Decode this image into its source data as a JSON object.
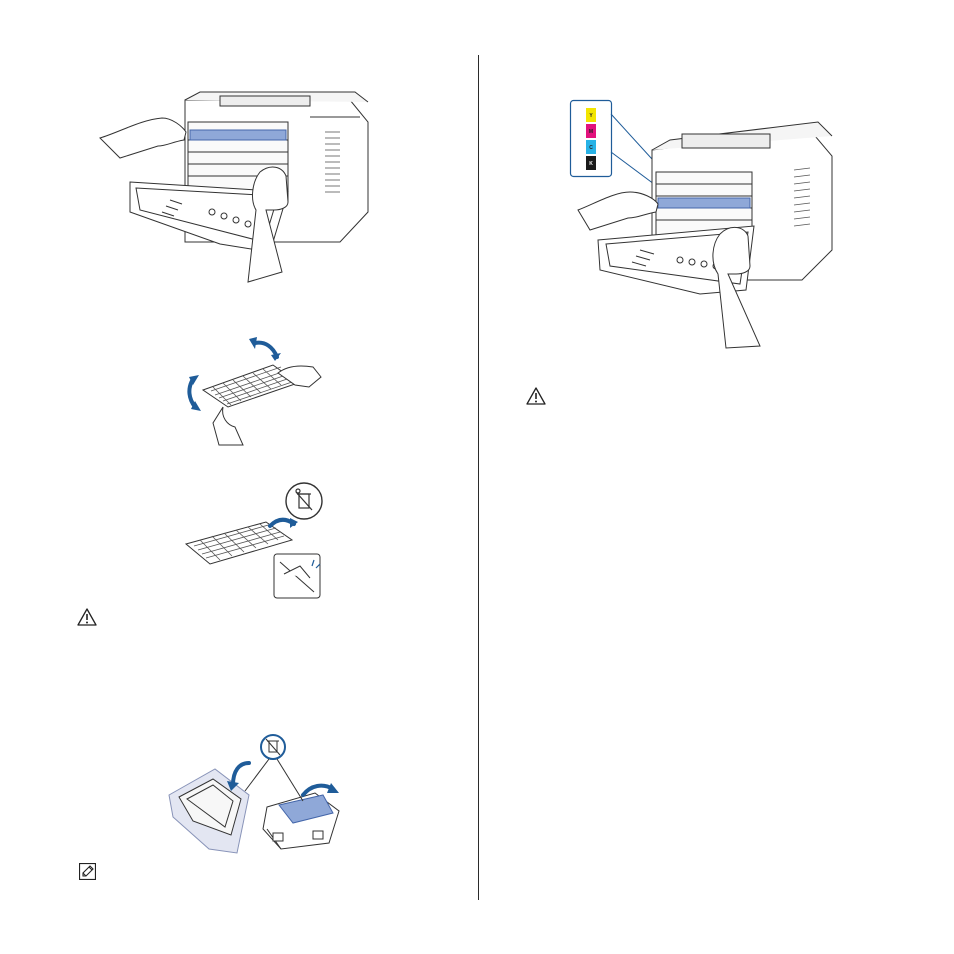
{
  "toner_legend": {
    "labels": [
      "Y",
      "M",
      "C",
      "K"
    ],
    "colors": [
      "#f2e500",
      "#e2127d",
      "#27b2e6",
      "#1a1a1a"
    ]
  },
  "icons": {
    "caution_left": "warning-icon",
    "caution_right": "warning-icon",
    "note": "note-icon",
    "recycle": "recycle-bin-icon"
  },
  "colors": {
    "line": "#333333",
    "highlight": "#8fa8d8",
    "arrow": "#1f5c99",
    "divider": "#2b2b2b"
  }
}
